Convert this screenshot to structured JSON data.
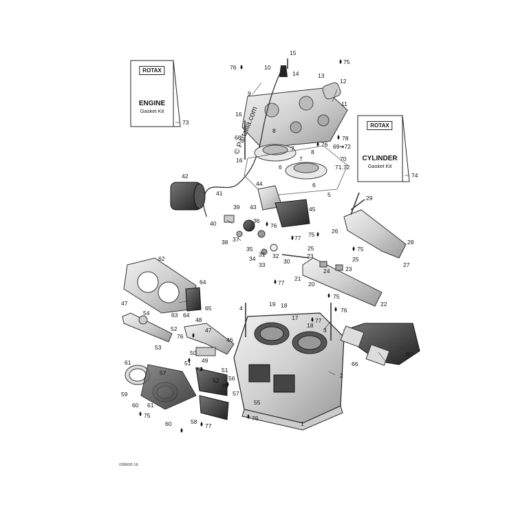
{
  "diagram": {
    "kits": {
      "engine": {
        "logo": "ROTAX",
        "title": "ENGINE",
        "subtitle": "Gasket Kit",
        "number": "73"
      },
      "cylinder": {
        "logo": "ROTAX",
        "title": "CYLINDER",
        "subtitle": "Gasket Kit",
        "number": "74"
      }
    },
    "watermark": "© Partzilla.com",
    "code": "038M05 18",
    "labels": {
      "l1": "1",
      "l2": "2",
      "l3": "3",
      "l4": "4",
      "l5": "5",
      "l6a": "6",
      "l6b": "6",
      "l7a": "7",
      "l7b": "7",
      "l8a": "8",
      "l8b": "8",
      "l9": "9",
      "l10": "10",
      "l11": "11",
      "l12": "12",
      "l13": "13",
      "l14": "14",
      "l15": "15",
      "l16a": "16",
      "l16b": "16",
      "l17": "17",
      "l18a": "18",
      "l18b": "18",
      "l19": "19",
      "l20": "20",
      "l21": "21",
      "l22": "22",
      "l23a": "23",
      "l23b": "23",
      "l24": "24",
      "l25a": "25",
      "l25b": "25",
      "l26": "26",
      "l27": "27",
      "l28": "28",
      "l29": "29",
      "l30": "30",
      "l31": "31",
      "l32": "32",
      "l33": "33",
      "l34": "34",
      "l35": "35",
      "l36": "36",
      "l37": "37",
      "l38": "38",
      "l39": "39",
      "l40": "40",
      "l41": "41",
      "l42": "42",
      "l43": "43",
      "l44": "44",
      "l45": "45",
      "l46": "46",
      "l47a": "47",
      "l47b": "47",
      "l48": "48",
      "l49": "49",
      "l50": "50",
      "l51a": "51",
      "l51b": "51",
      "l52a": "52",
      "l52b": "52",
      "l53": "53",
      "l54": "54",
      "l55": "55",
      "l56": "56",
      "l57a": "57",
      "l57b": "57",
      "l58": "58",
      "l59": "59",
      "l60a": "60",
      "l60b": "60",
      "l61a": "61",
      "l61b": "61",
      "l62": "62",
      "l63": "63",
      "l64a": "64",
      "l64b": "64",
      "l65": "65",
      "l66": "66",
      "l67": "67",
      "l68": "68",
      "l69": "69➔72",
      "l70": "70",
      "l71": "71,72",
      "l75a": "75",
      "l75b": "75",
      "l75c": "75",
      "l75d": "75",
      "l75e": "75",
      "l75f": "75",
      "l76a": "76",
      "l76b": "76",
      "l76c": "76",
      "l76d": "76",
      "l76e": "76",
      "l76f": "76",
      "l77a": "77",
      "l77b": "77",
      "l77c": "77",
      "l77d": "77",
      "l77e": "77",
      "l78": "78"
    }
  }
}
